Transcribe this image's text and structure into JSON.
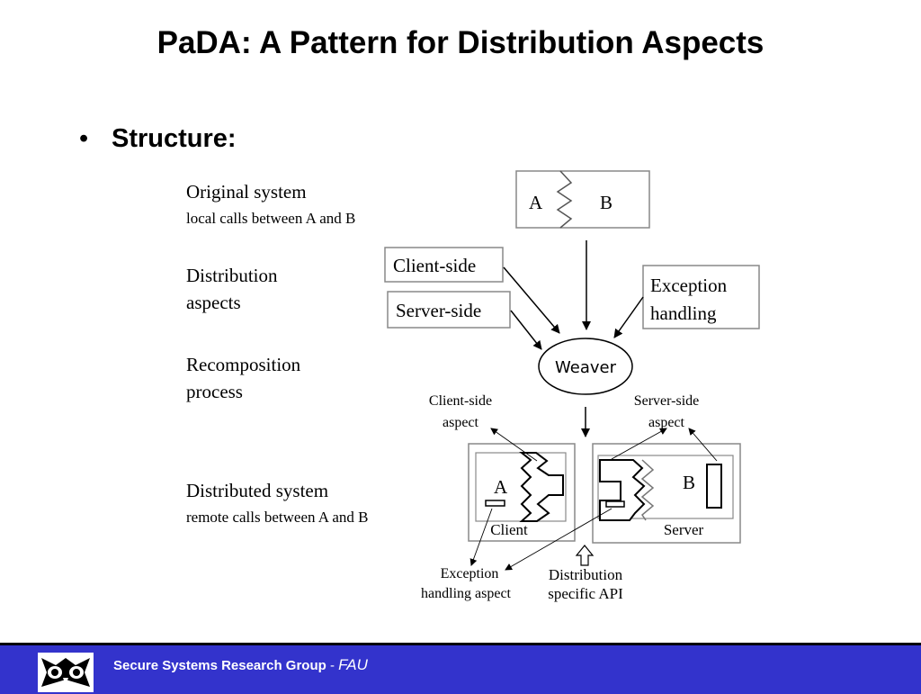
{
  "slide": {
    "title": "PaDA: A Pattern for Distribution Aspects",
    "bullet": "Structure:"
  },
  "diagram": {
    "left_labels": {
      "original_title": "Original system",
      "original_sub": "local calls between A and B",
      "distribution_1": "Distribution",
      "distribution_2": "aspects",
      "recomposition_1": "Recomposition",
      "recomposition_2": "process",
      "distributed_title": "Distributed system",
      "distributed_sub": "remote calls between A and B"
    },
    "boxes": {
      "a": "A",
      "b": "B",
      "client_side": "Client-side",
      "server_side": "Server-side",
      "exception_1": "Exception",
      "exception_2": "handling",
      "weaver": "Weaver"
    },
    "bottom": {
      "client_aspect_1": "Client-side",
      "client_aspect_2": "aspect",
      "server_aspect_1": "Server-side",
      "server_aspect_2": "aspect",
      "client_a": "A",
      "client_label": "Client",
      "server_b": "B",
      "server_label": "Server",
      "exception_aspect_1": "Exception",
      "exception_aspect_2": "handling  aspect",
      "api_1": "Distribution",
      "api_2": "specific API"
    }
  },
  "footer": {
    "group": "Secure Systems Research Group",
    "separator": " - ",
    "org": "FAU"
  }
}
